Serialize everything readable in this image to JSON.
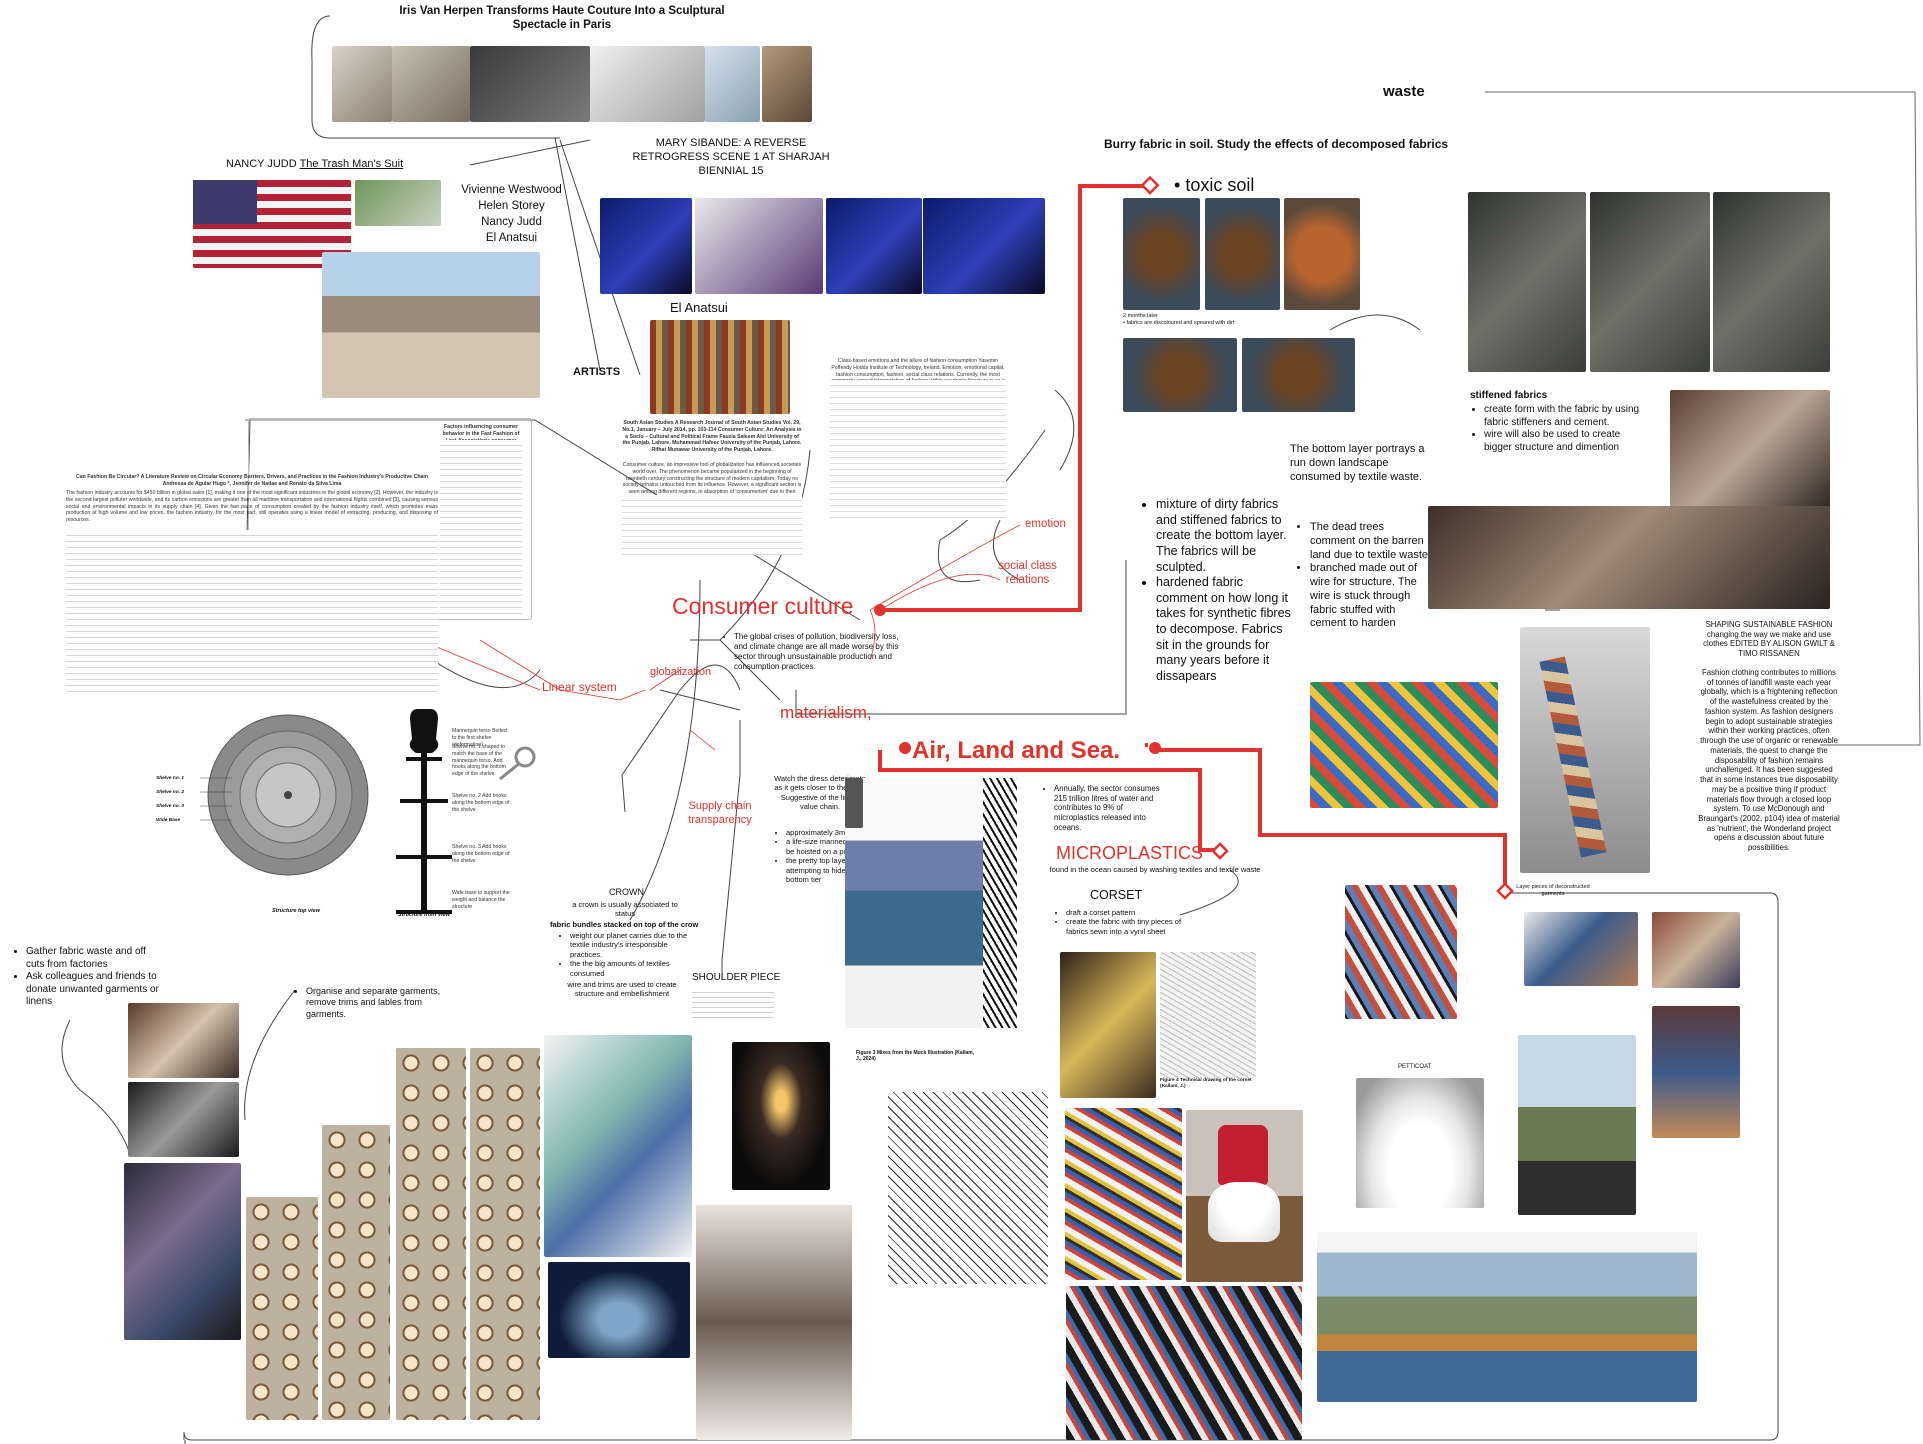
{
  "titles": {
    "iris": "Iris Van Herpen Transforms Haute Couture Into a Sculptural Spectacle in Paris",
    "waste": "waste",
    "burry": "Burry fabric in soil. Study the effects of decomposed fabrics",
    "nancy_prefix": "NANCY JUDD ",
    "nancy_link": "The Trash Man's Suit",
    "sibande": "MARY SIBANDE: A REVERSE RETROGRESS SCENE 1 AT SHARJAH BIENNIAL 15",
    "el_anatsui": "El Anatsui",
    "artists": "ARTISTS",
    "toxic_soil": "toxic soil",
    "corset": "CORSET",
    "crown": "CROWN",
    "shoulder": "SHOULDER PIECE",
    "petticoat": "PETTICOAT"
  },
  "artists_list": [
    "Vivienne Westwood",
    "Helen Storey",
    "Nancy Judd",
    "El Anatsui"
  ],
  "mindmap": {
    "consumer_culture": "Consumer culture",
    "air_land_sea": "Air, Land and Sea.",
    "microplastics": "MICROPLASTICS",
    "materialism": "materialism,",
    "linear_system": "Linear system",
    "globalization": "globalization",
    "emotion": "emotion",
    "social_class": "social class relations",
    "supply_chain": "Supply chain transparency"
  },
  "notes": {
    "consumer_bullet": "The global crises of pollution, biodiversity loss, and climate change are all made worse by this sector through unsustainable production and consumption practices.",
    "annual": "Annually, the sector consumes 215 trillion litres of water and contributes to 9% of microplastics released into oceans.",
    "micro_caption": "found in the ocean caused by washing textiles and textile waste",
    "soil_caption": "2 months later\n• fabrics are discoloured and speared with dirt",
    "stiffened_title": "stiffened fabrics",
    "stiffened_items": [
      "create form with the fabric by using fabric stiffeners and cement.",
      "wire will also be used to create bigger structure and dimention"
    ],
    "bottom_layer": "The bottom layer portrays a run down landscape consumed by textile waste.",
    "dead_trees": [
      "The dead trees comment on the barren land due to textile waste",
      "branched made out of wire for structure. The wire is stuck through fabric stuffed with cement to harden"
    ],
    "mixture": [
      "mixture of dirty fabrics and stiffened fabrics to create the bottom layer. The fabrics will be sculpted.",
      "hardened fabric comment on how long it takes for synthetic fibres to decompose. Fabrics sit in the grounds for many years before it dissapears"
    ],
    "shaping_title": "SHAPING SUSTAINABLE FASHION changing the way we make and use clothes EDITED BY ALISON GWILT & TIMO RISSANEN",
    "shaping_body": "Fashion clothing contributes to millions of tonnes of landfill waste each year globally, which is a frightening reflection of the wastefulness created by the fashion system. As fashion designers begin to adopt sustainable strategies within their working practices, often through the use of organic or renewable materials, the quest to change the disposability of fashion remains unchallenged. It has been suggested that in some instances true disposability may be a positive thing if product materials flow through a closed loop system. To use McDonough and Braungart's (2002, p104) idea of material as 'nutrient', the Wonderland project opens a discussion about future possibilities.",
    "watch": "Watch the dress deteriorate as it gets closer to the floor. Suggestive of the linear value chain.",
    "mannequin": [
      "approximately 3m high",
      "a life-size mannequin will be hoisted on a pole",
      "the pretty top layers are attempting to hide the bottom tier"
    ],
    "crown_desc": "a crown is usually associated to status",
    "crown_sub": "fabric bundles stacked on top of the crow",
    "crown_items": [
      "weight our planet carries due to the textile industry's irresponsible practices.",
      "the the big amounts of textiles consumed"
    ],
    "wire_trims": "wire and trims are used to create structure and embellishment",
    "corset_items": [
      "draft a corset pattern",
      "create the fabric with tiny pieces of fabrics sewn into a vynil sheet"
    ],
    "gather": [
      "Gather fabric waste and off cuts from factories",
      "Ask colleagues and friends to donate unwanted garments or linens"
    ],
    "organise": "Organise and separate garments, remove trims and lables from garments.",
    "layer_pieces": "Layer pieces of deconstructed garments",
    "figure_caption": "Figure 3 Mixes from the Muck Illustration (Kallam, J., 2024)",
    "tech_caption": "Figure 4 Technical drawing of the corset (Kallam, J.)",
    "south_asian": "South Asian Studies A Research Journal of South Asian Studies Vol. 29, No.1, January – July 2014, pp. 103-114 Consumer Culture: An Analysis in a Socio – Cultural and Political Frame Fauzia Saleem Alvi University of the Punjab, Lahore. Muhammad Hafeez University of the Punjab, Lahore. Rifhat Munawar University of the Punjab, Lahore.",
    "south_asian_body": "Consumer culture, an impressive tool of globalization has influenced societies world over. The phenomenon became popularized in the beginning of twentieth century constructing the structure of modern capitalism. Today no society remains untouched from its influence. However, a significant section is seen among different regions, in absorption of 'consumerism' due to their specific socio-cultural and political frame. Consumer culture has dominated the lives by its values of 'materialism' and 'individualism'. The diverse manifestation of traditional collectivism remains a significant aspect of the South and East Asian region.",
    "circular_title": "Can Fashion Be Circular? A Literature Review on Circular Economy Barriers, Drivers, and Practices in the Fashion Industry's Productive Chain Andressa de Aguiar Hugo *, Jennifer de Nadae and Renato da Silva Lima",
    "circular_body": "The fashion industry accounts for $450 billion in global sales [1], making it one of the most significant industries in the global economy [2]. However, the industry is the second largest polluter worldwide, and its carbon emissions are greater than all maritime transportation and international flights combined [3], causing serious social and environmental impacts in its supply chain [4]. Given the fast pace of consumption created by the fashion industry itself, which promotes mass production at high volume and low prices, the fashion industry, for the most part, still operates using a linear model of extracting, producing, and disposing of resources.",
    "emotion_paper": "Class-based emotions and the allure of fashion consumption Yasemin Poffendy Hodds Institute of Technology, Ireland. Emotion, emotional capital, fashion consumption, fashion, social class relations. Currently, the most commonly agreed interpretation of fashion within academic literature is as a specific aesthetic system for dressing the body.",
    "yemen_paper": "Factors influencing consumer behavior in the Fast Fashion of Lost Associations consumer boundaries. In contrast, consumer behaviour theory argues that individuals and businesses are consumers."
  },
  "structure": {
    "shelves": [
      "Shelve no. 1",
      "Shelve no. 2",
      "Shelve no. 3",
      "Wide Base"
    ],
    "labels": [
      "Mannequin torso Bolted to the first shelve (deformation)",
      "Shelve no. 1 shaped to match the base of the mannequin torso. Add hooks along the bottom edge of the shelve",
      "Shelve no. 2 Add hooks along the bottom edge of the shelve",
      "Shelve no. 3 Add hooks along the bottom edge of the shelve",
      "Wide base to support the weight and balance the structure"
    ],
    "top_caption": "Structure top view",
    "front_caption": "Structure front view"
  },
  "colors": {
    "accent": "#e0332c",
    "text": "#111111"
  }
}
